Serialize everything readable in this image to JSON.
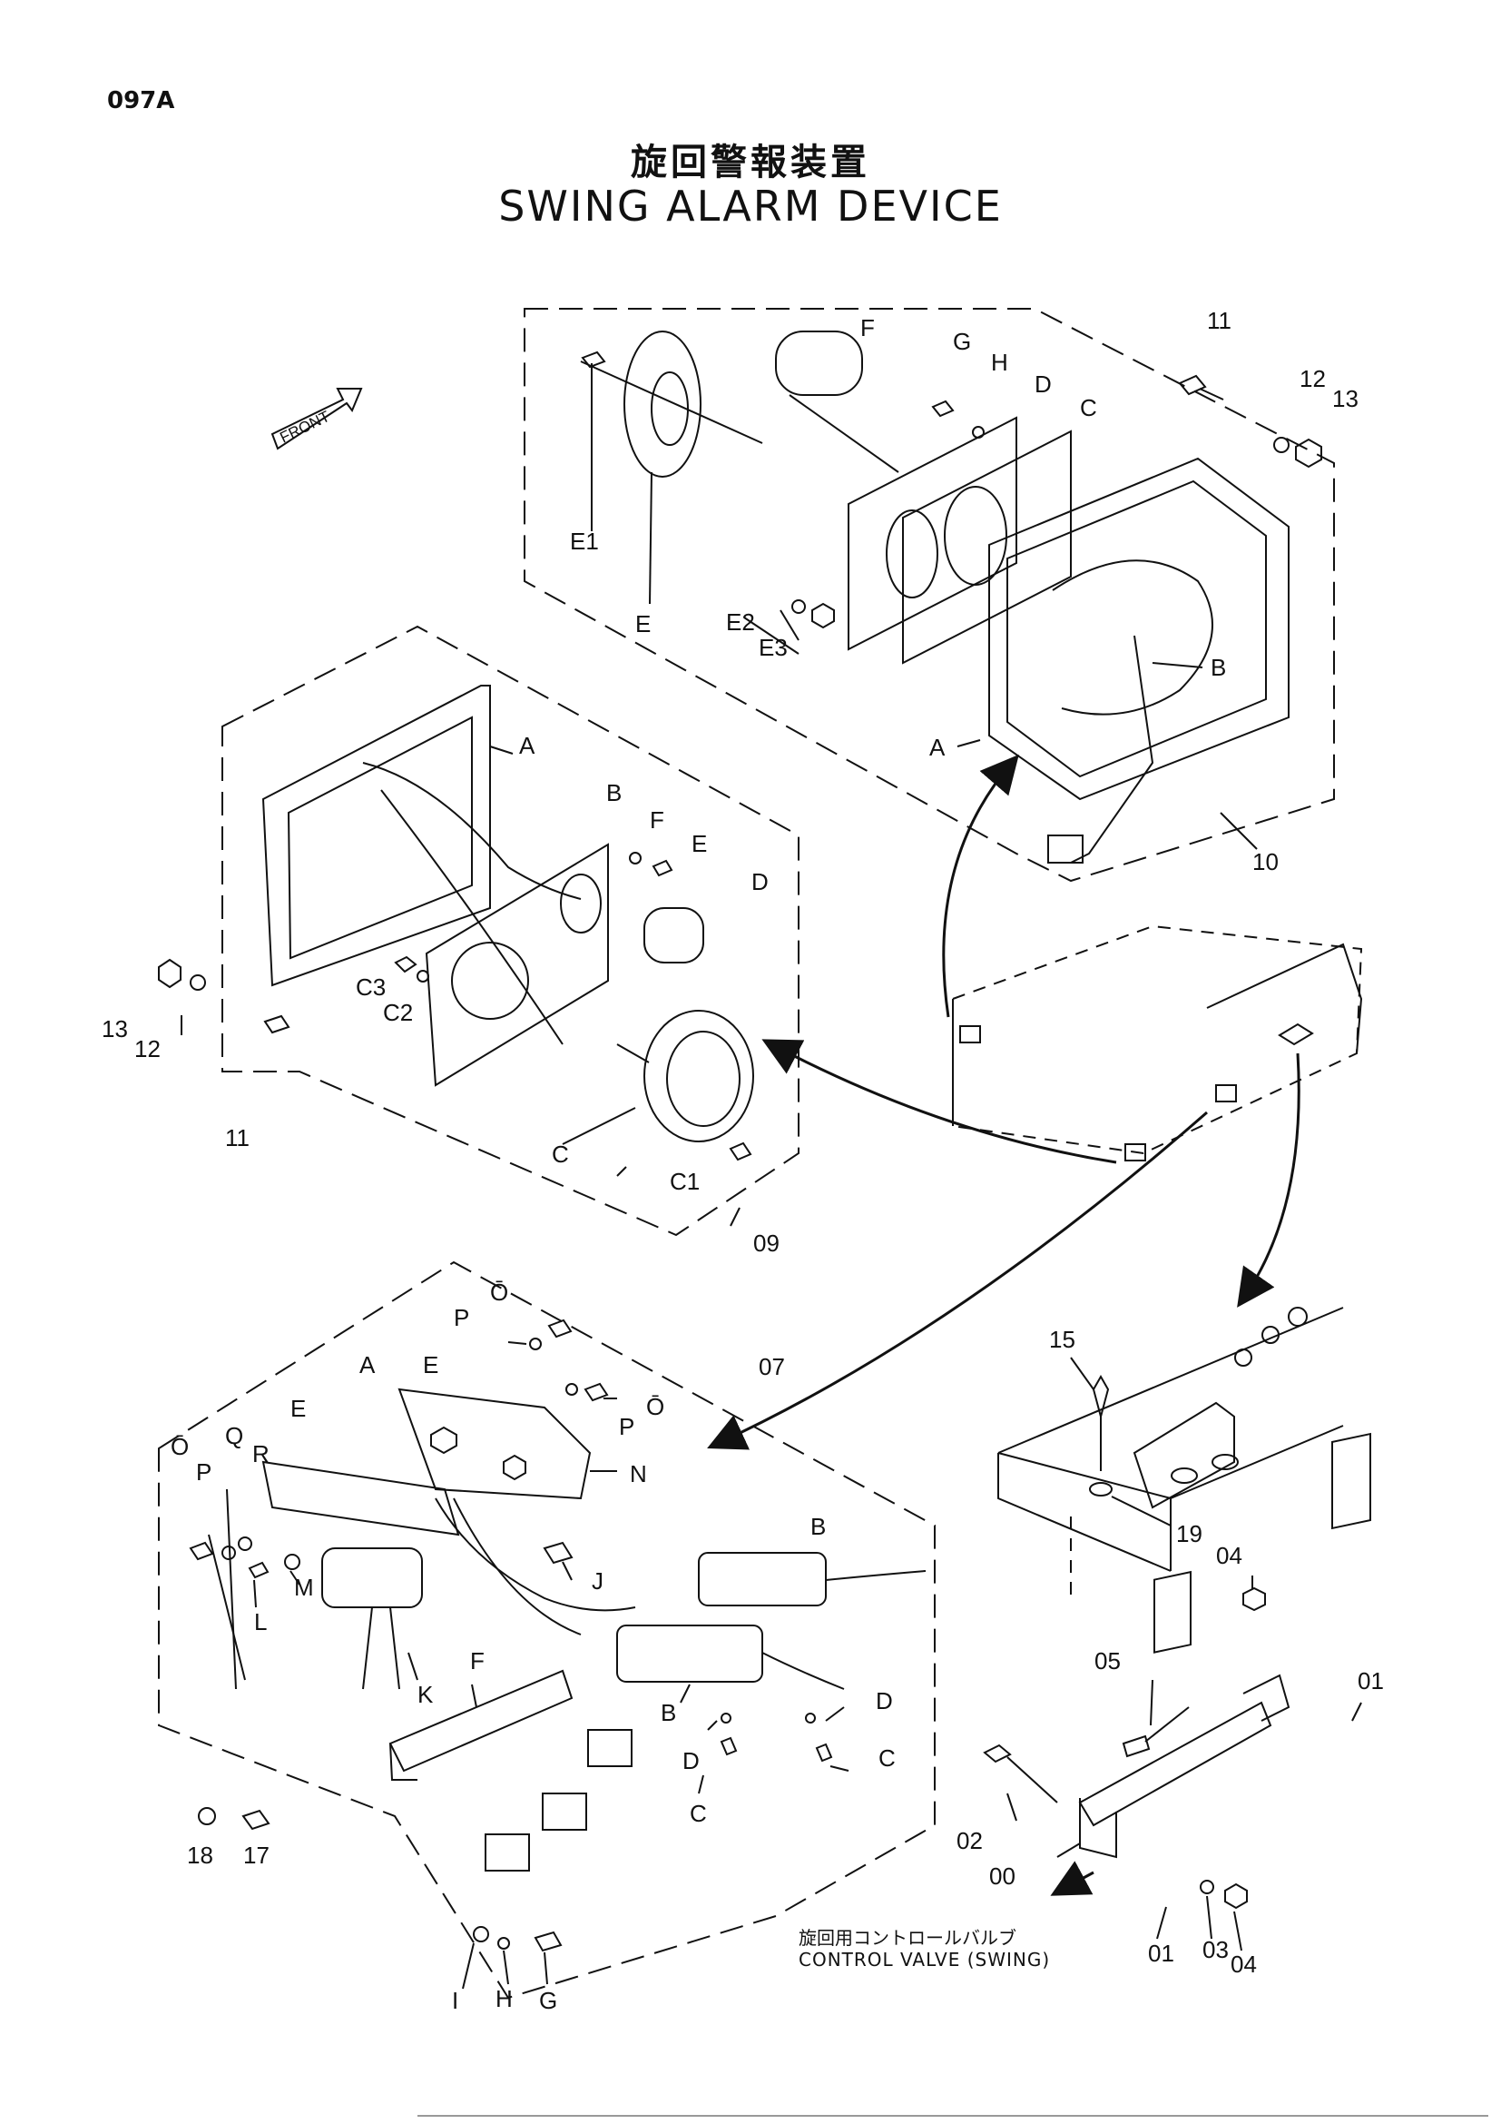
{
  "header": {
    "page_code": "097A",
    "title_jp": "旋回警報装置",
    "title_en": "SWING ALARM DEVICE"
  },
  "front_marker": "FRONT",
  "footer": {
    "control_valve_jp": "旋回用コントロールバルブ",
    "control_valve_en": "CONTROL  VALVE (SWING)"
  },
  "callouts": {
    "group10": [
      "11",
      "12",
      "13",
      "F",
      "G",
      "H",
      "D",
      "C",
      "E1",
      "E",
      "E2",
      "E3",
      "B",
      "A",
      "10"
    ],
    "group09": [
      "A",
      "B",
      "F",
      "E",
      "D",
      "13",
      "12",
      "11",
      "C3",
      "C2",
      "C",
      "C1",
      "09"
    ],
    "group07": [
      "Ō",
      "P",
      "Ō",
      "P",
      "07",
      "A",
      "E",
      "E",
      "R",
      "Q",
      "P",
      "Ō",
      "N",
      "J",
      "M",
      "L",
      "K",
      "B",
      "F",
      "B",
      "D",
      "D",
      "C",
      "C",
      "18",
      "17",
      "I",
      "H",
      "G"
    ],
    "valve": [
      "15",
      "19",
      "04",
      "05",
      "01",
      "02",
      "00",
      "01",
      "03",
      "04"
    ]
  }
}
